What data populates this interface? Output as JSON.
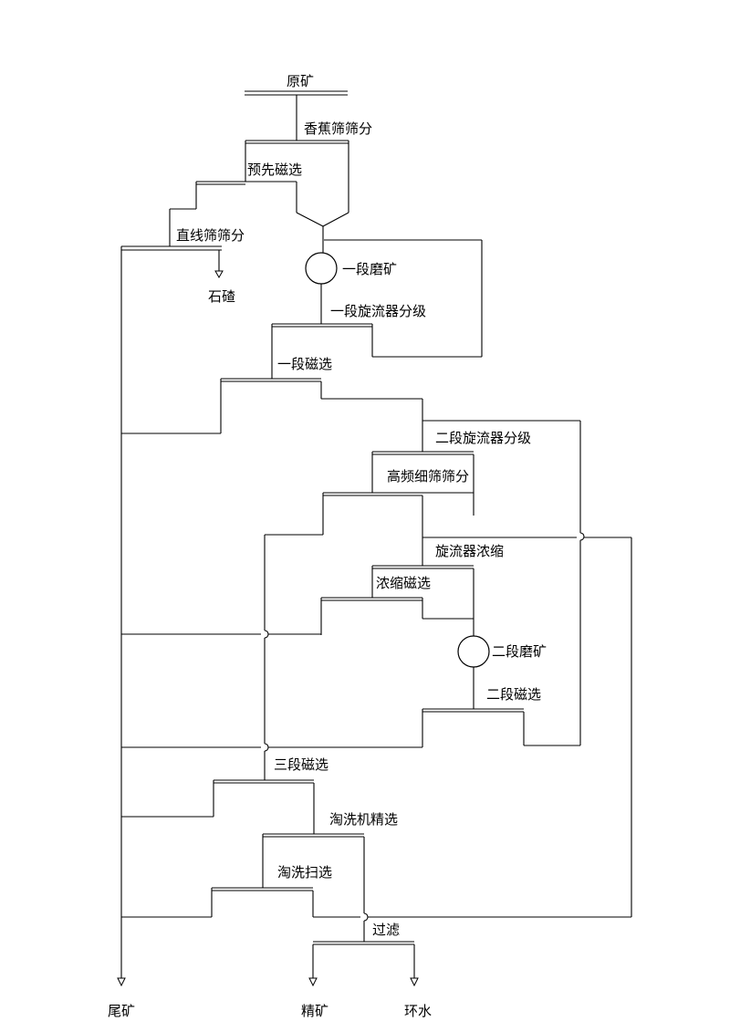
{
  "labels": {
    "raw_ore": "原矿",
    "banana_screen": "香蕉筛筛分",
    "pre_magnetic": "预先磁选",
    "linear_screen": "直线筛筛分",
    "gravel": "石碴",
    "stage1_grinding": "一段磨矿",
    "stage1_cyclone": "一段旋流器分级",
    "stage1_magnetic": "一段磁选",
    "stage2_cyclone": "二段旋流器分级",
    "hf_fine_screen": "高频细筛筛分",
    "cyclone_thickening": "旋流器浓缩",
    "thickening_magnetic": "浓缩磁选",
    "stage2_grinding": "二段磨矿",
    "stage2_magnetic": "二段磁选",
    "stage3_magnetic": "三段磁选",
    "elutriator_cleaning": "淘洗机精选",
    "elutriator_scavenging": "淘洗扫选",
    "filtration": "过滤",
    "tailings": "尾矿",
    "concentrate": "精矿",
    "return_water": "环水"
  }
}
